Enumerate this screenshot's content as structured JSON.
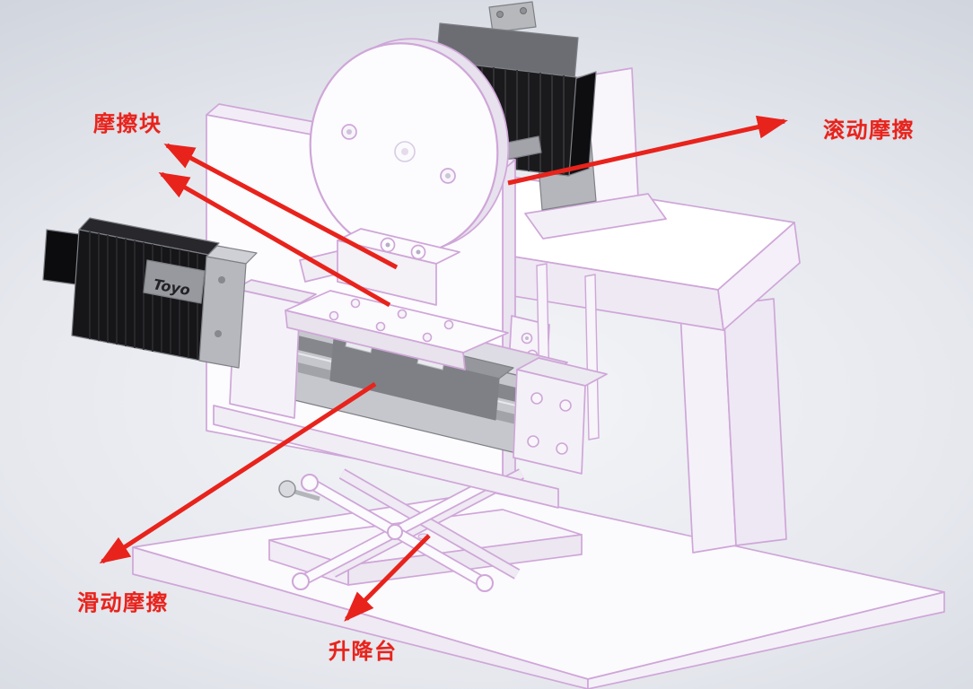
{
  "annotations": {
    "friction_block": "摩擦块",
    "rolling_friction": "滚动摩擦",
    "sliding_friction": "滑动摩擦",
    "lifting_platform": "升降台"
  },
  "machine": {
    "left_motor_brand": "Toyo"
  },
  "colors": {
    "annotation_red": "#e8231c",
    "edge_pink": "#cfa6d8",
    "face_white": "#ffffff",
    "motor_black": "#18181a",
    "background_outer": "#c1c6cf",
    "background_center": "#f4f5f8"
  }
}
